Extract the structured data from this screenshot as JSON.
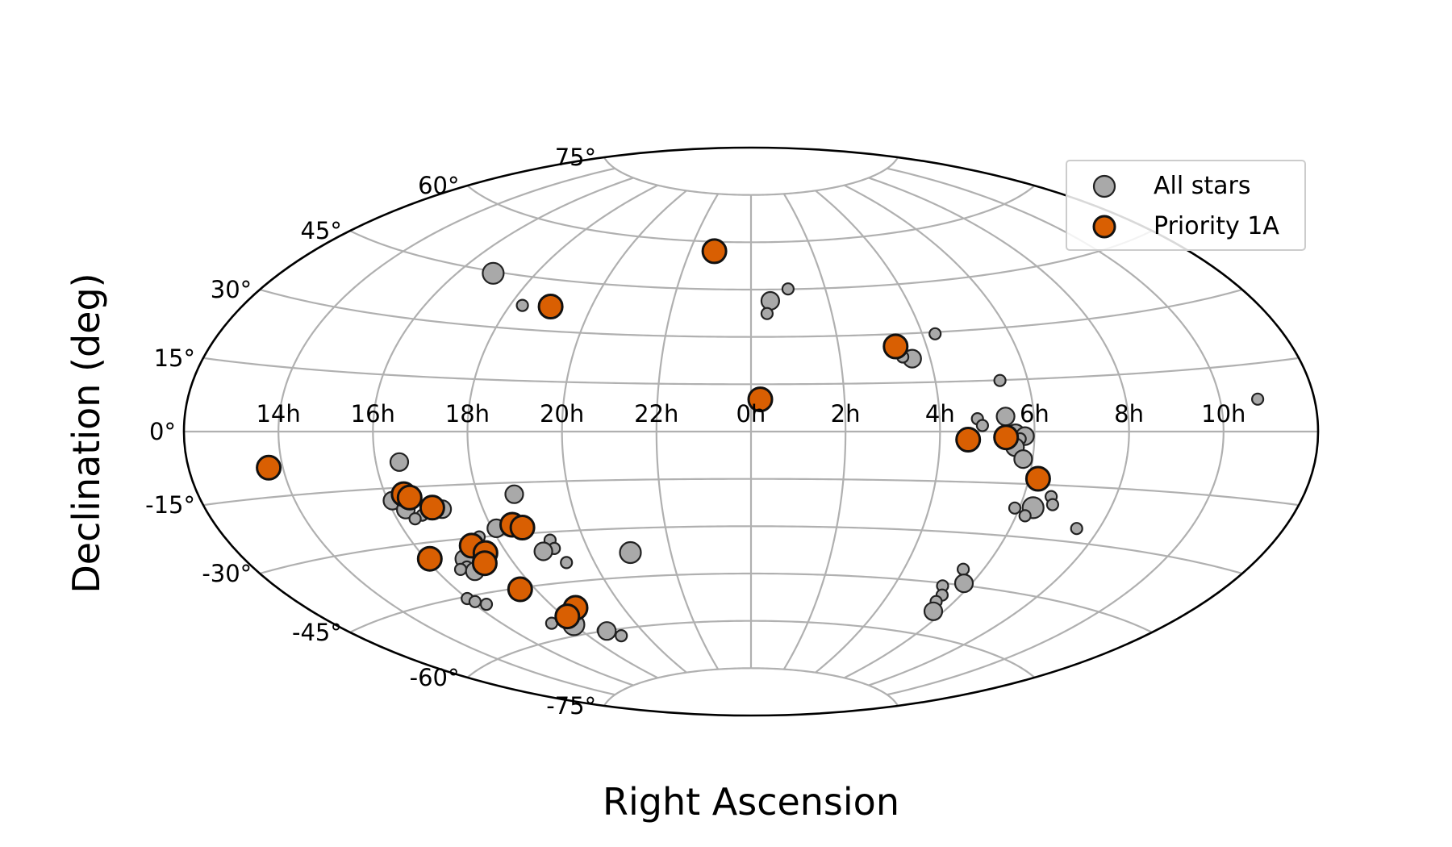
{
  "chart_data": {
    "type": "scatter",
    "projection": "aitoff",
    "title": "",
    "xlabel": "Right Ascension",
    "ylabel": "Declination (deg)",
    "grid": true,
    "legend": {
      "placement": "top-right"
    },
    "ra_tick_labels": [
      "14h",
      "16h",
      "18h",
      "20h",
      "22h",
      "0h",
      "2h",
      "4h",
      "6h",
      "8h",
      "10h"
    ],
    "dec_tick_labels": [
      "-75°",
      "-60°",
      "-45°",
      "-30°",
      "-15°",
      "0°",
      "15°",
      "30°",
      "45°",
      "60°",
      "75°"
    ],
    "series": [
      {
        "name": "All stars",
        "color": "#a9a9a9",
        "edge_color": "#222222",
        "points": [
          {
            "ra": 16.9,
            "dec": 44.5,
            "size": "large"
          },
          {
            "ra": 18.3,
            "dec": 36.8,
            "size": "small"
          },
          {
            "ra": 0.5,
            "dec": 41.4,
            "size": "medium"
          },
          {
            "ra": 1.0,
            "dec": 45.1,
            "size": "small"
          },
          {
            "ra": 0.4,
            "dec": 37.4,
            "size": "small"
          },
          {
            "ra": 4.3,
            "dec": 29.5,
            "size": "small"
          },
          {
            "ra": 3.6,
            "dec": 22.3,
            "size": "medium"
          },
          {
            "ra": 3.4,
            "dec": 22.9,
            "size": "small"
          },
          {
            "ra": 5.4,
            "dec": 14.9,
            "size": "small"
          },
          {
            "ra": 4.8,
            "dec": 3.8,
            "size": "small"
          },
          {
            "ra": 4.9,
            "dec": 1.8,
            "size": "small"
          },
          {
            "ra": 5.4,
            "dec": 4.4,
            "size": "medium"
          },
          {
            "ra": 5.6,
            "dec": -0.5,
            "size": "medium"
          },
          {
            "ra": 5.8,
            "dec": -1.3,
            "size": "medium"
          },
          {
            "ra": 5.7,
            "dec": -2.1,
            "size": "small"
          },
          {
            "ra": 5.6,
            "dec": -4.5,
            "size": "medium"
          },
          {
            "ra": 5.8,
            "dec": -7.9,
            "size": "medium"
          },
          {
            "ra": 6.6,
            "dec": -18.2,
            "size": "small"
          },
          {
            "ra": 6.7,
            "dec": -20.4,
            "size": "small"
          },
          {
            "ra": 6.3,
            "dec": -21.6,
            "size": "large"
          },
          {
            "ra": 5.9,
            "dec": -22.0,
            "size": "small"
          },
          {
            "ra": 6.2,
            "dec": -24.0,
            "size": "small"
          },
          {
            "ra": 7.5,
            "dec": -26.3,
            "size": "small"
          },
          {
            "ra": 10.8,
            "dec": 7.2,
            "size": "small"
          },
          {
            "ra": 5.5,
            "dec": -40.5,
            "size": "small"
          },
          {
            "ra": 5.8,
            "dec": -44.4,
            "size": "medium"
          },
          {
            "ra": 5.3,
            "dec": -45.8,
            "size": "small"
          },
          {
            "ra": 5.5,
            "dec": -48.4,
            "size": "small"
          },
          {
            "ra": 5.5,
            "dec": -50.4,
            "size": "small"
          },
          {
            "ra": 5.7,
            "dec": -53.2,
            "size": "medium"
          },
          {
            "ra": 16.5,
            "dec": -8.2,
            "size": "medium"
          },
          {
            "ra": 16.1,
            "dec": -18.3,
            "size": "medium"
          },
          {
            "ra": 16.3,
            "dec": -20.9,
            "size": "medium"
          },
          {
            "ra": 16.6,
            "dec": -22.7,
            "size": "small"
          },
          {
            "ra": 16.4,
            "dec": -23.5,
            "size": "small"
          },
          {
            "ra": 17.1,
            "dec": -21.5,
            "size": "medium"
          },
          {
            "ra": 18.8,
            "dec": -18.4,
            "size": "medium"
          },
          {
            "ra": 18.1,
            "dec": -27.9,
            "size": "medium"
          },
          {
            "ra": 17.6,
            "dec": -29.9,
            "size": "small"
          },
          {
            "ra": 17.3,
            "dec": -33.0,
            "size": "medium"
          },
          {
            "ra": 17.1,
            "dec": -34.2,
            "size": "medium"
          },
          {
            "ra": 16.9,
            "dec": -35.4,
            "size": "medium"
          },
          {
            "ra": 16.8,
            "dec": -37.6,
            "size": "small"
          },
          {
            "ra": 16.6,
            "dec": -38.0,
            "size": "small"
          },
          {
            "ra": 16.9,
            "dec": -39.0,
            "size": "medium"
          },
          {
            "ra": 19.2,
            "dec": -32.4,
            "size": "small"
          },
          {
            "ra": 19.2,
            "dec": -34.9,
            "size": "small"
          },
          {
            "ra": 18.9,
            "dec": -35.5,
            "size": "medium"
          },
          {
            "ra": 19.3,
            "dec": -39.3,
            "size": "small"
          },
          {
            "ra": 21.0,
            "dec": -37.5,
            "size": "large"
          },
          {
            "ra": 16.0,
            "dec": -45.5,
            "size": "small"
          },
          {
            "ra": 16.1,
            "dec": -46.6,
            "size": "small"
          },
          {
            "ra": 16.3,
            "dec": -47.8,
            "size": "small"
          },
          {
            "ra": 17.4,
            "dec": -55.6,
            "size": "small"
          },
          {
            "ra": 18.0,
            "dec": -57.0,
            "size": "large"
          },
          {
            "ra": 18.7,
            "dec": -59.8,
            "size": "small"
          },
          {
            "ra": 18.8,
            "dec": -60.1,
            "size": "medium"
          },
          {
            "ra": 19.1,
            "dec": -62.0,
            "size": "small"
          }
        ]
      },
      {
        "name": "Priority 1A",
        "color": "#d95f02",
        "edge_color": "#111111",
        "points": [
          {
            "ra": 22.8,
            "dec": 57.0
          },
          {
            "ra": 19.0,
            "dec": 37.2
          },
          {
            "ra": 3.3,
            "dec": 26.2
          },
          {
            "ra": 0.2,
            "dec": 10.2
          },
          {
            "ra": 4.6,
            "dec": -2.4
          },
          {
            "ra": 5.4,
            "dec": -1.7
          },
          {
            "ra": 6.2,
            "dec": -13.4
          },
          {
            "ra": 13.7,
            "dec": -8.3
          },
          {
            "ra": 16.4,
            "dec": -16.8
          },
          {
            "ra": 16.5,
            "dec": -17.8
          },
          {
            "ra": 16.9,
            "dec": -20.9
          },
          {
            "ra": 18.5,
            "dec": -27.2
          },
          {
            "ra": 18.7,
            "dec": -28.2
          },
          {
            "ra": 17.3,
            "dec": -32.1
          },
          {
            "ra": 17.5,
            "dec": -34.5
          },
          {
            "ra": 17.3,
            "dec": -37.2
          },
          {
            "ra": 16.1,
            "dec": -34.2
          },
          {
            "ra": 17.6,
            "dec": -45.4
          },
          {
            "ra": 18.6,
            "dec": -52.5
          },
          {
            "ra": 18.1,
            "dec": -54.5
          }
        ]
      }
    ]
  }
}
